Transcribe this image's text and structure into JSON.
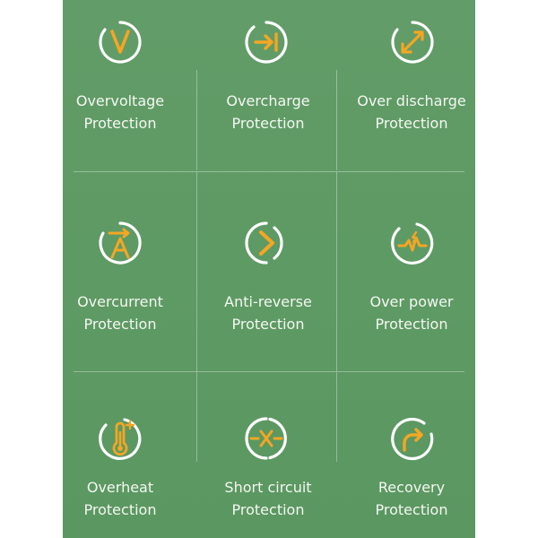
{
  "colors": {
    "panel_background": "#5f9a66",
    "icon_accent": "#f5a623",
    "icon_ring": "#ffffff",
    "text": "#f4f7f2",
    "divider": "rgba(255,255,255,0.35)"
  },
  "features": [
    {
      "line1": "Overvoltage",
      "line2": "Protection",
      "icon": "voltage-v-icon"
    },
    {
      "line1": "Overcharge",
      "line2": "Protection",
      "icon": "charge-arrow-icon"
    },
    {
      "line1": "Over discharge",
      "line2": "Protection",
      "icon": "discharge-arrows-icon"
    },
    {
      "line1": "Overcurrent",
      "line2": "Protection",
      "icon": "current-a-icon"
    },
    {
      "line1": "Anti-reverse",
      "line2": "Protection",
      "icon": "reverse-chevron-icon"
    },
    {
      "line1": "Over power",
      "line2": "Protection",
      "icon": "power-lightning-icon"
    },
    {
      "line1": "Overheat",
      "line2": "Protection",
      "icon": "thermometer-icon"
    },
    {
      "line1": "Short circuit",
      "line2": "Protection",
      "icon": "short-circuit-icon"
    },
    {
      "line1": "Recovery",
      "line2": "Protection",
      "icon": "recovery-arrow-icon"
    }
  ]
}
